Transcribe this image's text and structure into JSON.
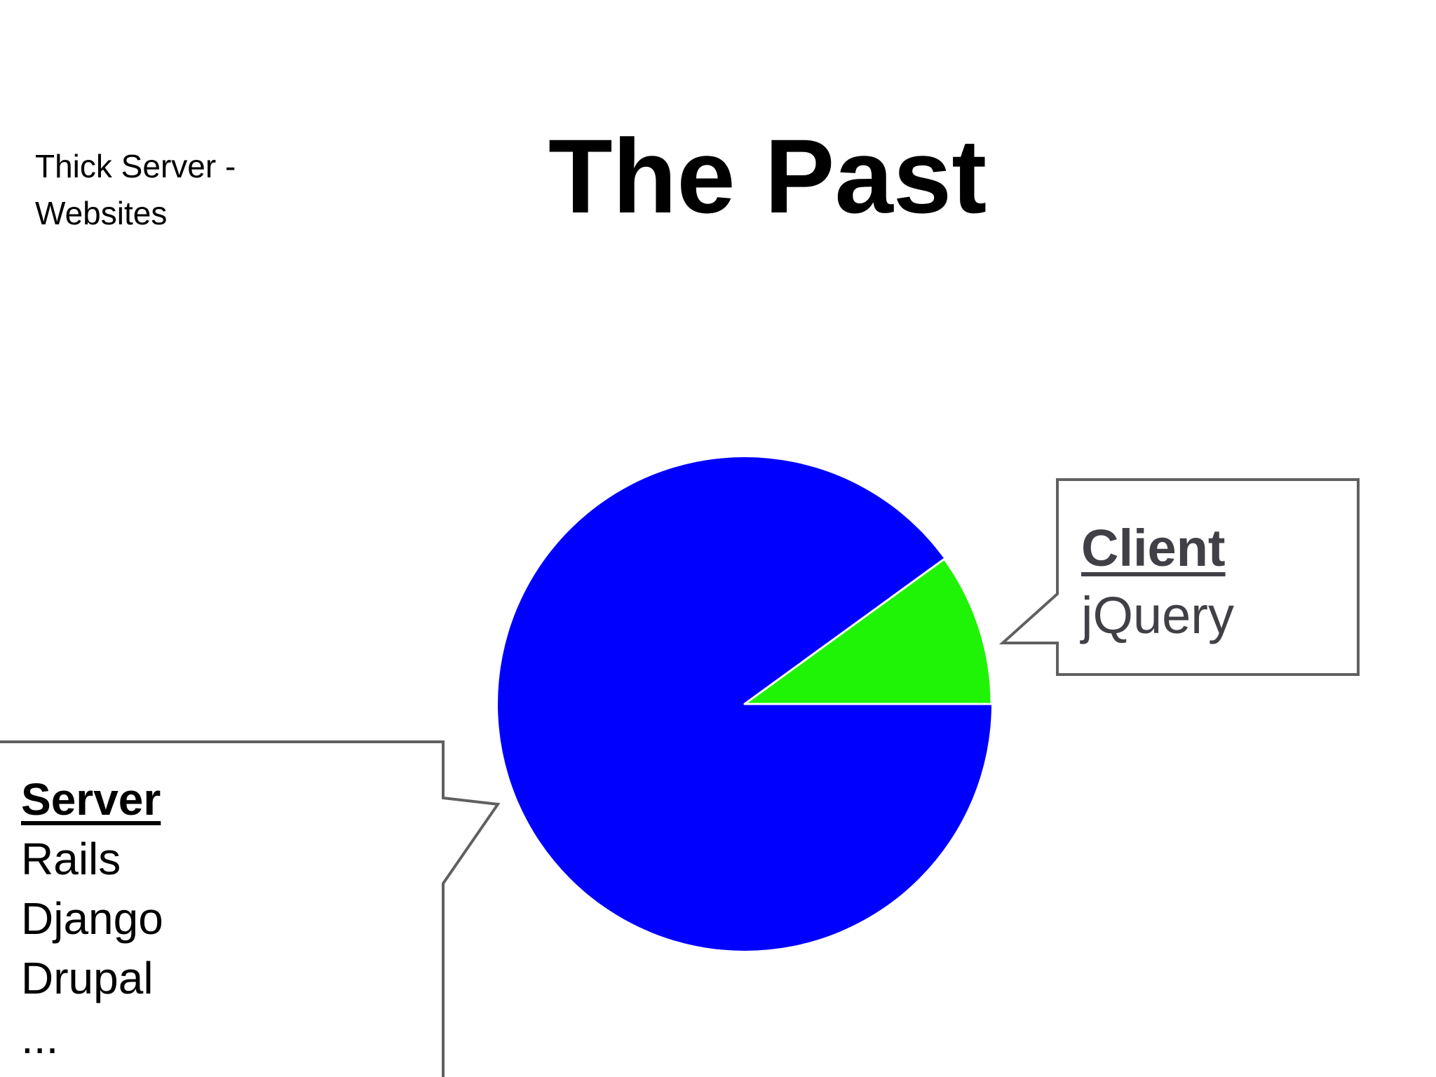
{
  "page": {
    "header_label": "Thick Server - Websites"
  },
  "chart_data": {
    "type": "pie",
    "title": "The Past",
    "categories": [
      "Server",
      "Client"
    ],
    "values": [
      90,
      10
    ],
    "colors": [
      "#0000fe",
      "#20f406"
    ],
    "legend_position": "none",
    "annotations": [
      {
        "target": "Server",
        "lines": [
          "Server",
          "Rails",
          "Django",
          "Drupal",
          "..."
        ]
      },
      {
        "target": "Client",
        "lines": [
          "Client",
          "jQuery"
        ]
      }
    ]
  },
  "callouts": {
    "server": {
      "heading": "Server",
      "items": [
        "Rails",
        "Django",
        "Drupal",
        "..."
      ]
    },
    "client": {
      "heading": "Client",
      "items": [
        "jQuery"
      ]
    }
  },
  "colors": {
    "server_slice": "#0000fe",
    "client_slice": "#20f406",
    "slice_separator": "#ffffff",
    "bubble_border": "#606060",
    "bubble_fill": "#ffffff",
    "server_text": "#000000",
    "client_text": "#404046",
    "title_text": "#000000"
  }
}
